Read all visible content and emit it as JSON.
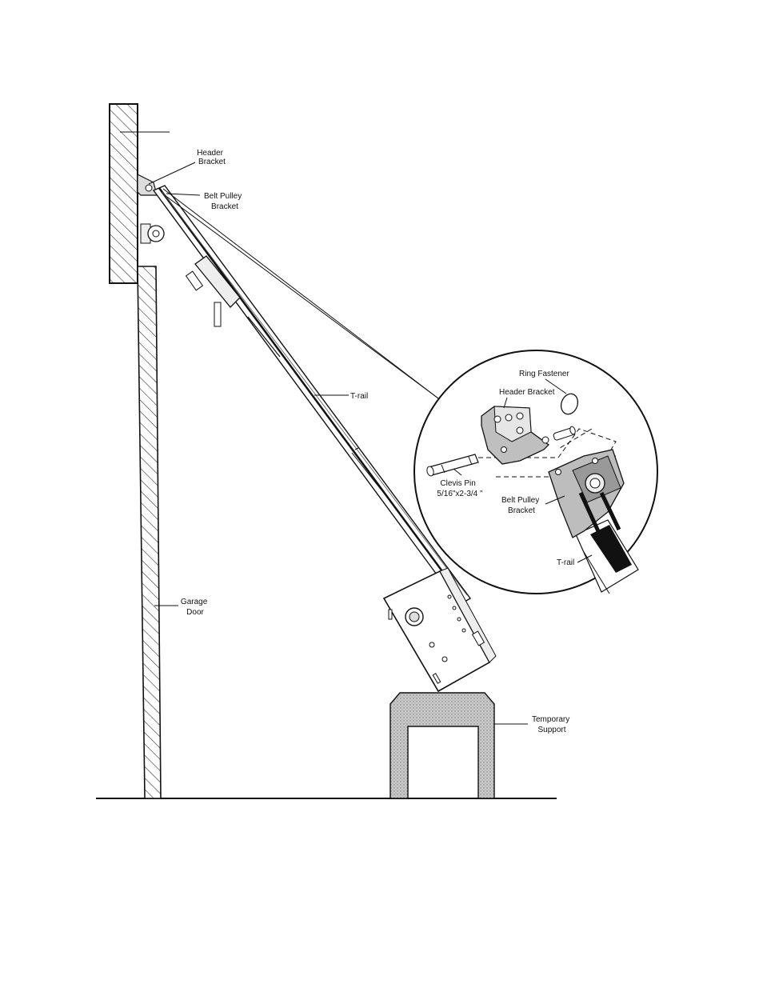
{
  "labels": {
    "header_bracket": [
      "Header",
      "Bracket"
    ],
    "belt_pulley_bracket": [
      "Belt Pulley",
      "Bracket"
    ],
    "t_rail": "T-rail",
    "garage_door": [
      "Garage",
      "Door"
    ],
    "temporary_support": [
      "Temporary",
      "Support"
    ],
    "inset_ring_fastener": "Ring Fastener",
    "inset_header_bracket": "Header Bracket",
    "inset_clevis_pin": [
      "Clevis Pin",
      "5/16\"x2-3/4 \""
    ],
    "inset_belt_pulley_bracket": [
      "Belt Pulley",
      "Bracket"
    ],
    "inset_t_rail": "T-rail"
  }
}
